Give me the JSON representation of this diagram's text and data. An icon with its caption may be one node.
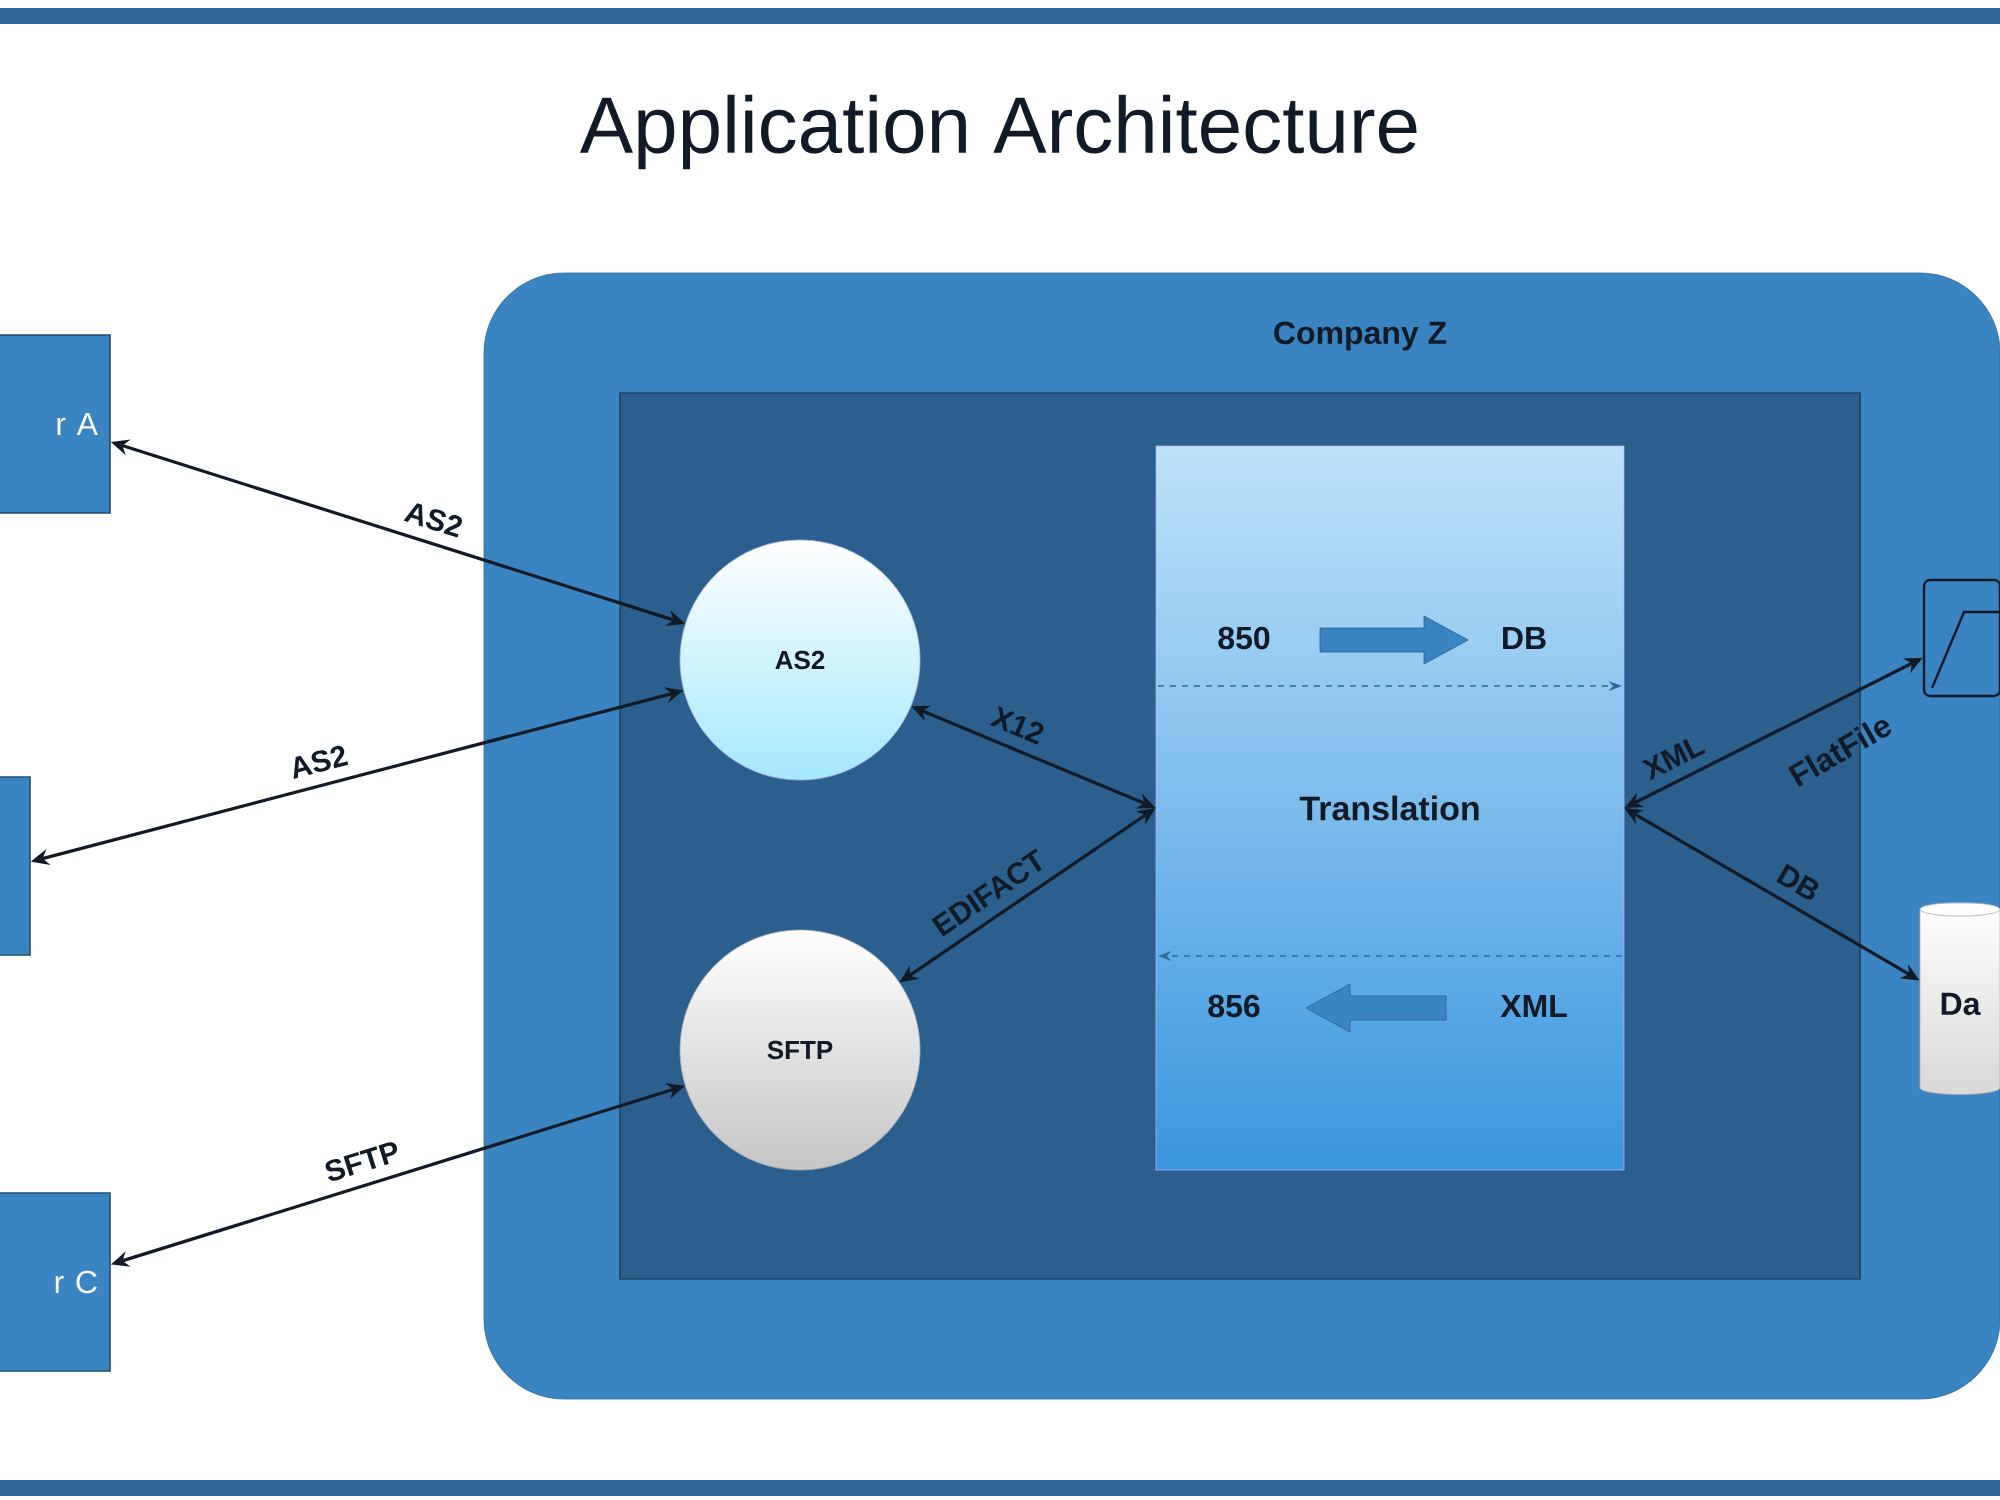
{
  "diagram": {
    "title": "Application Architecture",
    "nodes": [
      {
        "text": [
          "Company Z"
        ]
      },
      {
        "text": [],
        "shape": "box",
        "in": 0
      },
      {
        "text": [
          "r A"
        ]
      },
      {
        "text": [],
        "shape": "box"
      },
      {
        "text": [
          "r C"
        ]
      },
      {
        "text": [
          "AS2"
        ],
        "in": 1
      },
      {
        "text": [
          "SFTP"
        ],
        "in": 1
      },
      {
        "text": [
          "Translation"
        ],
        "in": 1
      },
      {
        "text": [],
        "shape": "picture",
        "in": 0
      },
      {
        "text": [
          "Da"
        ],
        "in": 0
      }
    ],
    "edges": [
      {
        "from": 2,
        "to": 5,
        "arrow": "both",
        "label": "AS2"
      },
      {
        "from": 3,
        "to": 5,
        "arrow": "both",
        "label": "AS2"
      },
      {
        "from": 4,
        "to": 6,
        "arrow": "both",
        "label": "SFTP"
      },
      {
        "from": 5,
        "to": 7,
        "arrow": "both",
        "label": "X12"
      },
      {
        "from": 6,
        "to": 7,
        "arrow": "both",
        "label": "EDIFACT"
      },
      {
        "from": 7,
        "to": 8,
        "arrow": "both",
        "label": "XML"
      },
      {
        "from": 7,
        "to": 9,
        "arrow": "both",
        "label": "DB"
      }
    ],
    "labels": [
      "850",
      "DB",
      "856",
      "XML",
      "FlatFile"
    ]
  }
}
